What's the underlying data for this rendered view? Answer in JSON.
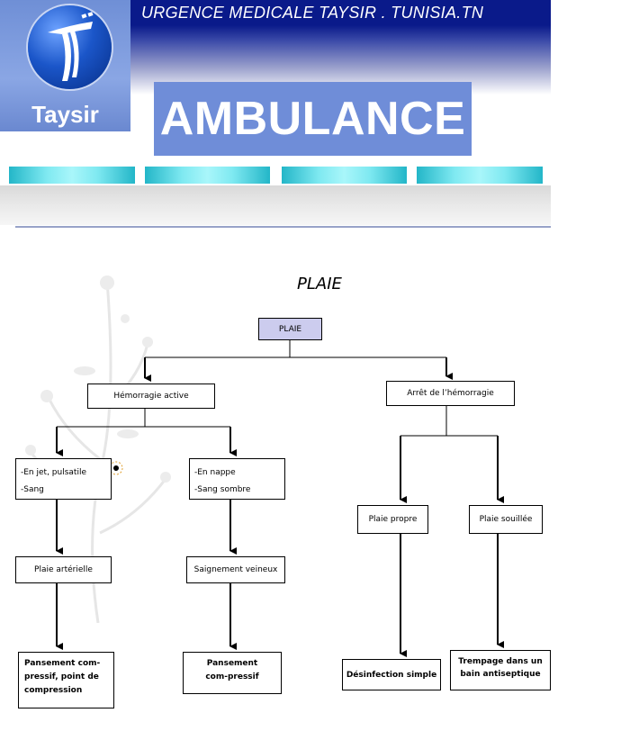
{
  "header": {
    "title": "URGENCE MEDICALE TAYSIR . TUNISIA.TN",
    "logo_text": "Taysir",
    "banner_text": "AMBULANCE"
  },
  "diagram": {
    "title": "PLAIE",
    "nodes": {
      "root": "PLAIE",
      "hemorragie_active": "Hémorragie active",
      "arret_hemorragie": "Arrêt de l’hémorragie",
      "jet_line1": "-En jet, pulsatile",
      "jet_line2": "-Sang",
      "nappe_line1": "-En nappe",
      "nappe_line2": "-Sang sombre",
      "plaie_arterielle": "Plaie artérielle",
      "saignement_veineux": "Saignement veineux",
      "plaie_propre": "Plaie propre",
      "plaie_souillee": "Plaie souillée",
      "pansement_compressif_point": "Pansement com-pressif, point de compression",
      "pansement_compressif": "Pansement com-pressif",
      "desinfection": "Désinfection simple",
      "trempage": "Trempage dans un bain antiseptique"
    }
  },
  "colors": {
    "header_blue": "#0a1a8a",
    "banner_box": "#6f8dd8",
    "nav_cyan": "#7fe9f1",
    "root_node_fill": "#ccccee"
  }
}
